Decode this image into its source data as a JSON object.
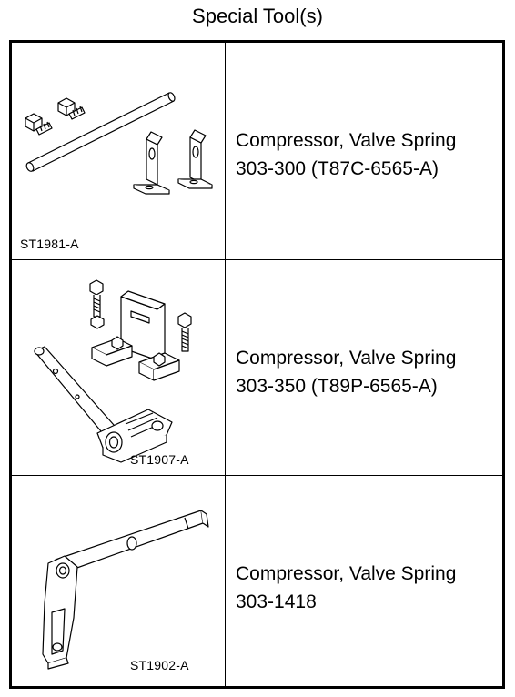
{
  "title": "Special Tool(s)",
  "tools": [
    {
      "illustration_code": "ST1981-A",
      "name": "Compressor, Valve Spring",
      "part_number": "303-300 (T87C-6565-A)",
      "icon": "valve-spring-compressor-rod-brackets-icon"
    },
    {
      "illustration_code": "ST1907-A",
      "name": "Compressor, Valve Spring",
      "part_number": "303-350 (T89P-6565-A)",
      "icon": "valve-spring-compressor-lever-brackets-icon"
    },
    {
      "illustration_code": "ST1902-A",
      "name": "Compressor, Valve Spring",
      "part_number": "303-1418",
      "icon": "valve-spring-compressor-lever-icon"
    }
  ]
}
